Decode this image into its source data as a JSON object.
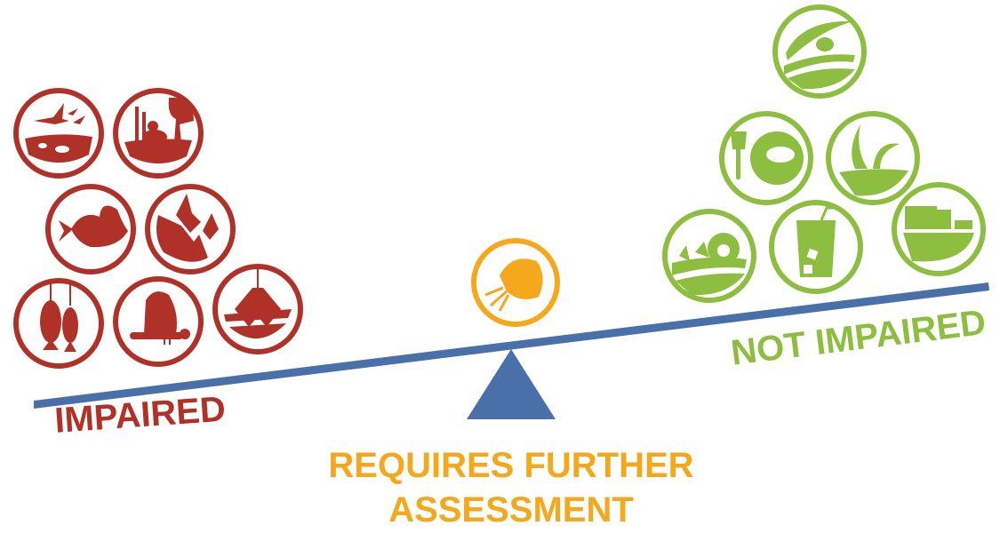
{
  "labels": {
    "impaired": "IMPAIRED",
    "not_impaired": "NOT IMPAIRED",
    "requires_line1": "REQUIRES FURTHER",
    "requires_line2": "ASSESSMENT"
  },
  "colors": {
    "impaired": "#B03128",
    "not_impaired": "#8DBE3F",
    "requires": "#F5A81C",
    "beam": "#4A70AA"
  },
  "impaired_icons": [
    "birds-fish-icon",
    "wetland-duck-icon",
    "fish-icon",
    "fox-sediment-icon",
    "hanging-fish-icon",
    "mayfly-icon",
    "sediment-grab-icon"
  ],
  "requires_icons": [
    "zooplankton-icon"
  ],
  "not_impaired_icons": [
    "swimmer-icon",
    "fish-plate-icon",
    "aquatic-plants-icon",
    "boating-debris-icon",
    "drinking-water-icon",
    "industry-agriculture-icon"
  ]
}
